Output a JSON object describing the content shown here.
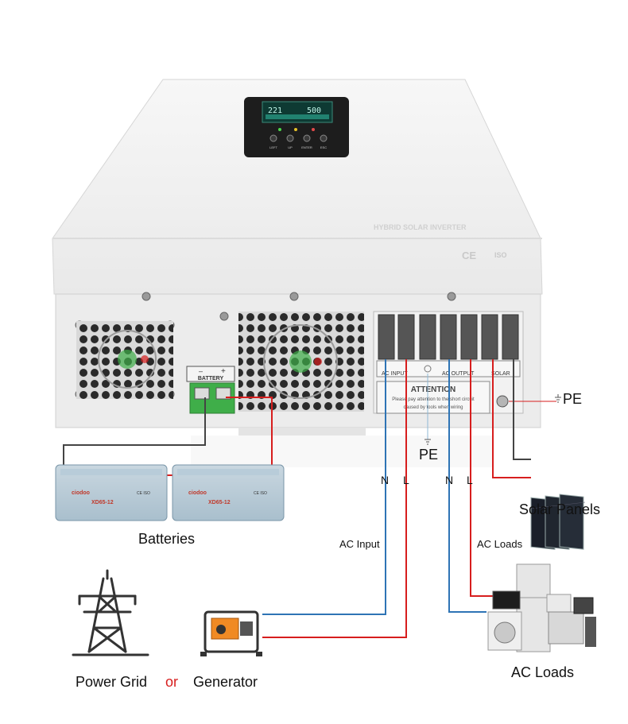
{
  "display": {
    "left_value": "221",
    "right_value": "500"
  },
  "keypad": {
    "buttons": [
      "LEFT",
      "UP",
      "ENTER",
      "ESC"
    ]
  },
  "product": {
    "name": "HYBRID SOLAR INVERTER",
    "ce_mark": "CE",
    "iso_mark": "ISO"
  },
  "battery_terminal": {
    "label": "BATTERY",
    "minus": "–",
    "plus": "+"
  },
  "terminal_block": {
    "labels": [
      "AC INPUT",
      "AC OUTPUT",
      "SOLAR"
    ]
  },
  "attention": {
    "title": "ATTENTION",
    "line1": "Please pay attention to the short circuit",
    "line2": "caused by tools when wiring"
  },
  "battery_units": {
    "brand": "ciodoo",
    "model": "XD65-12",
    "cert": "CE ISO"
  },
  "labels": {
    "pe_ground_right": "PE",
    "pe_ground_center": "PE",
    "n_input": "N",
    "l_input": "L",
    "n_output": "N",
    "l_output": "L",
    "solar_panels": "Solar Panels",
    "batteries": "Batteries",
    "ac_input": "AC Input",
    "ac_loads_wire": "AC  Loads",
    "ac_loads": "AC  Loads",
    "power_grid": "Power Grid",
    "or": "or",
    "generator": "Generator"
  },
  "colors": {
    "neutral_wire": "#2e74b5",
    "live_wire": "#d71e1e",
    "ground_wire": "#8fb8d6",
    "dc_negative": "#444444",
    "connector_green": "#3fae49"
  }
}
